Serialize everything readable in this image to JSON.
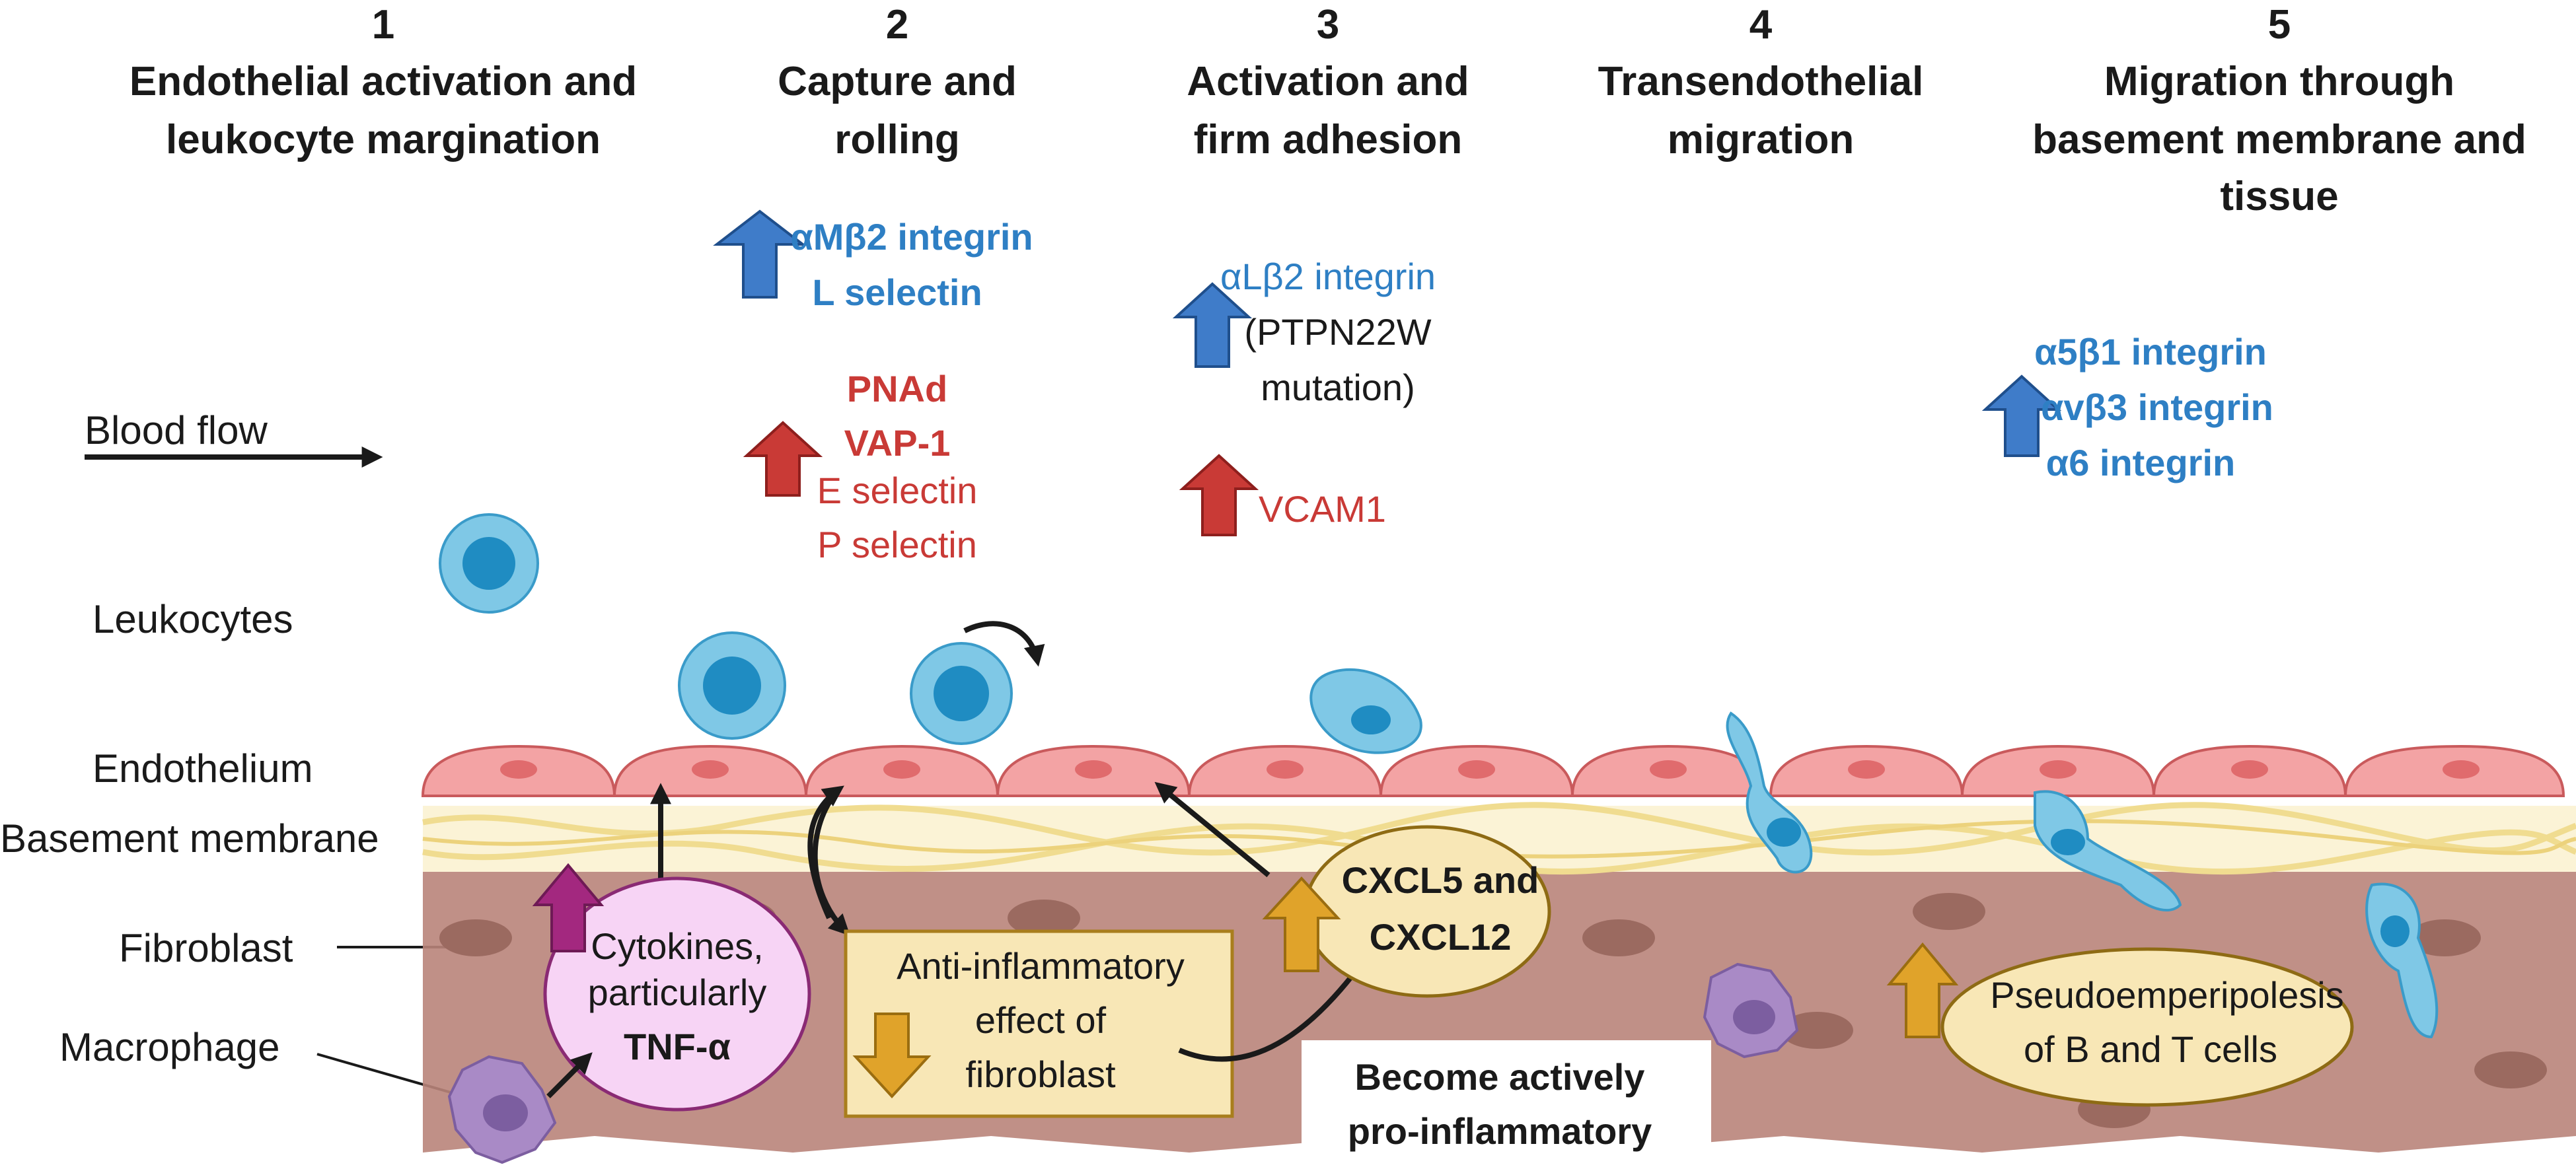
{
  "colors": {
    "blue": "#2e7fc4",
    "red": "#c93a36",
    "text": "#1a1a1a",
    "endothelium": "#f3a3a4",
    "endo_nucleus": "#e06b6d",
    "membrane": "#f3e2a6",
    "fibroblast": "#b9847a",
    "leukocyte": "#7fc8e6",
    "leukocyte_nucleus": "#1f8cc2",
    "gold": "#e0a32a",
    "box_fill": "#f8e7b6",
    "cytokine_fill": "#f7d4f5",
    "magenta_arrow": "#a3287f"
  },
  "stages": [
    {
      "num": "1",
      "title_lines": [
        "Endothelial activation and",
        "leukocyte margination"
      ]
    },
    {
      "num": "2",
      "title_lines": [
        "Capture and",
        "rolling"
      ]
    },
    {
      "num": "3",
      "title_lines": [
        "Activation and",
        "firm adhesion"
      ]
    },
    {
      "num": "4",
      "title_lines": [
        "Transendothelial",
        "migration"
      ]
    },
    {
      "num": "5",
      "title_lines": [
        "Migration through",
        "basement membrane and",
        "tissue"
      ]
    }
  ],
  "labels": {
    "blood_flow": "Blood flow",
    "leukocytes": "Leukocytes",
    "endothelium": "Endothelium",
    "basement_membrane": "Basement membrane",
    "fibroblast": "Fibroblast",
    "macrophage": "Macrophage"
  },
  "stage2": {
    "blue_lines": [
      "αMβ2 integrin",
      "L selectin"
    ],
    "red_bold_lines": [
      "PNAd",
      "VAP-1"
    ],
    "red_lines": [
      "E selectin",
      "P selectin"
    ]
  },
  "stage3": {
    "blue_line": "αLβ2 integrin",
    "black_lines": [
      "(PTPN22W",
      "mutation)"
    ],
    "red_line": "VCAM1"
  },
  "stage5": {
    "blue_lines": [
      "α5β1 integrin",
      "αvβ3 integrin",
      "α6 integrin"
    ]
  },
  "cytokines": {
    "lines": [
      "Cytokines,",
      "particularly"
    ],
    "bold": "TNF-α"
  },
  "anti_inflammatory": {
    "lines": [
      "Anti-inflammatory",
      "effect of",
      "fibroblast"
    ]
  },
  "cxcl": {
    "lines": [
      "CXCL5 and",
      "CXCL12"
    ]
  },
  "become": {
    "lines": [
      "Become actively",
      "pro-inflammatory"
    ]
  },
  "pseudo": {
    "lines": [
      "Pseudoemperipolesis",
      "of B and T cells"
    ]
  }
}
